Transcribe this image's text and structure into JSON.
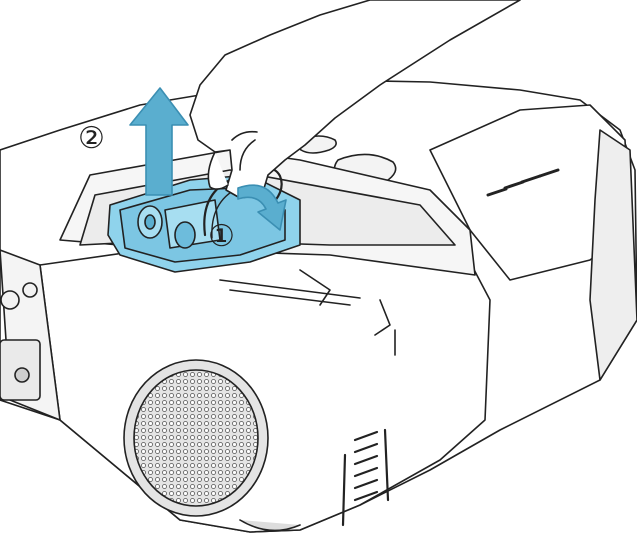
{
  "illustration": {
    "steps": [
      {
        "id": "step1",
        "label": "①"
      },
      {
        "id": "step2",
        "label": "②"
      }
    ],
    "colors": {
      "lamp": "#8fd3ec",
      "lamp_dark": "#5aaecf",
      "outline": "#222222",
      "body": "#ffffff",
      "shade": "#e6e6e6"
    }
  }
}
